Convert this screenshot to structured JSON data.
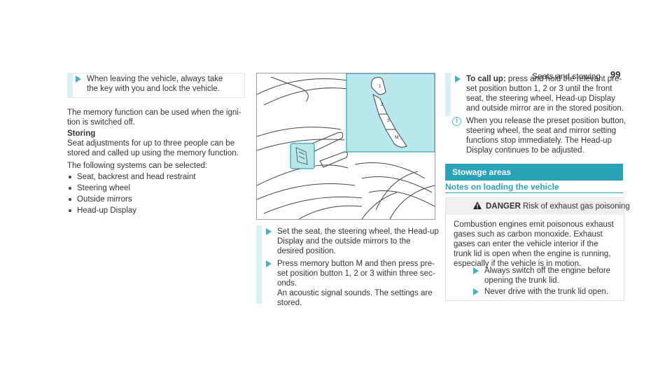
{
  "header": {
    "section": "Seats and stowing",
    "page_number": "99"
  },
  "left": {
    "note": [
      "When leaving the vehicle, always take",
      "the key with you and lock the vehicle."
    ],
    "intro": [
      "The memory function can be used when the igni-",
      "tion is switched off."
    ],
    "storing_heading": "Storing",
    "storing_text": [
      "Seat adjustments for up to three people can be",
      "stored and called up using the memory function."
    ],
    "list_intro": "The following systems can be selected:",
    "items": [
      "Seat, backrest and head restraint",
      "Steering wheel",
      "Outside mirrors",
      "Head-up Display"
    ]
  },
  "figure": {
    "buttons": [
      "1",
      "2",
      "3",
      "M"
    ]
  },
  "middle": {
    "step1": [
      "Set the seat, the steering wheel, the Head-up",
      "Display and the outside mirrors to the",
      "desired position."
    ],
    "step2": [
      "Press memory button M and then press pre-",
      "set position button 1, 2 or 3 within three sec-",
      "onds.",
      "An acoustic signal sounds. The settings are",
      "stored."
    ]
  },
  "right": {
    "call_up_label": "To call up:",
    "call_up_lines": [
      " press and hold the relevant pre-",
      "set position button 1, 2 or 3 until the front",
      "seat, the steering wheel, Head-up Display",
      "and outside mirror are in the stored position."
    ],
    "info_lines": [
      "When you release the preset position button,",
      "steering wheel, the seat and mirror setting",
      "functions stop immediately. The Head-up",
      "Display continues to be adjusted."
    ],
    "stowage_title": "Stowage areas",
    "notes_title": "Notes on loading the vehicle",
    "danger_label": "DANGER",
    "danger_title": " Risk of exhaust gas poisoning",
    "danger_body": [
      "Combustion engines emit poisonous exhaust",
      "gases such as carbon monoxide. Exhaust",
      "gases can enter the vehicle interior if the",
      "trunk lid is open when the engine is running,",
      "especially if the vehicle is in motion."
    ],
    "danger_step1": [
      "Always switch off the engine before",
      "opening the trunk lid."
    ],
    "danger_step2": "Never drive with the trunk lid open."
  },
  "colors": {
    "accent": "#43b0c9",
    "band": "#2aa3b9",
    "highlight": "#b8e8ee",
    "stepbar": "#d9f1f6"
  }
}
